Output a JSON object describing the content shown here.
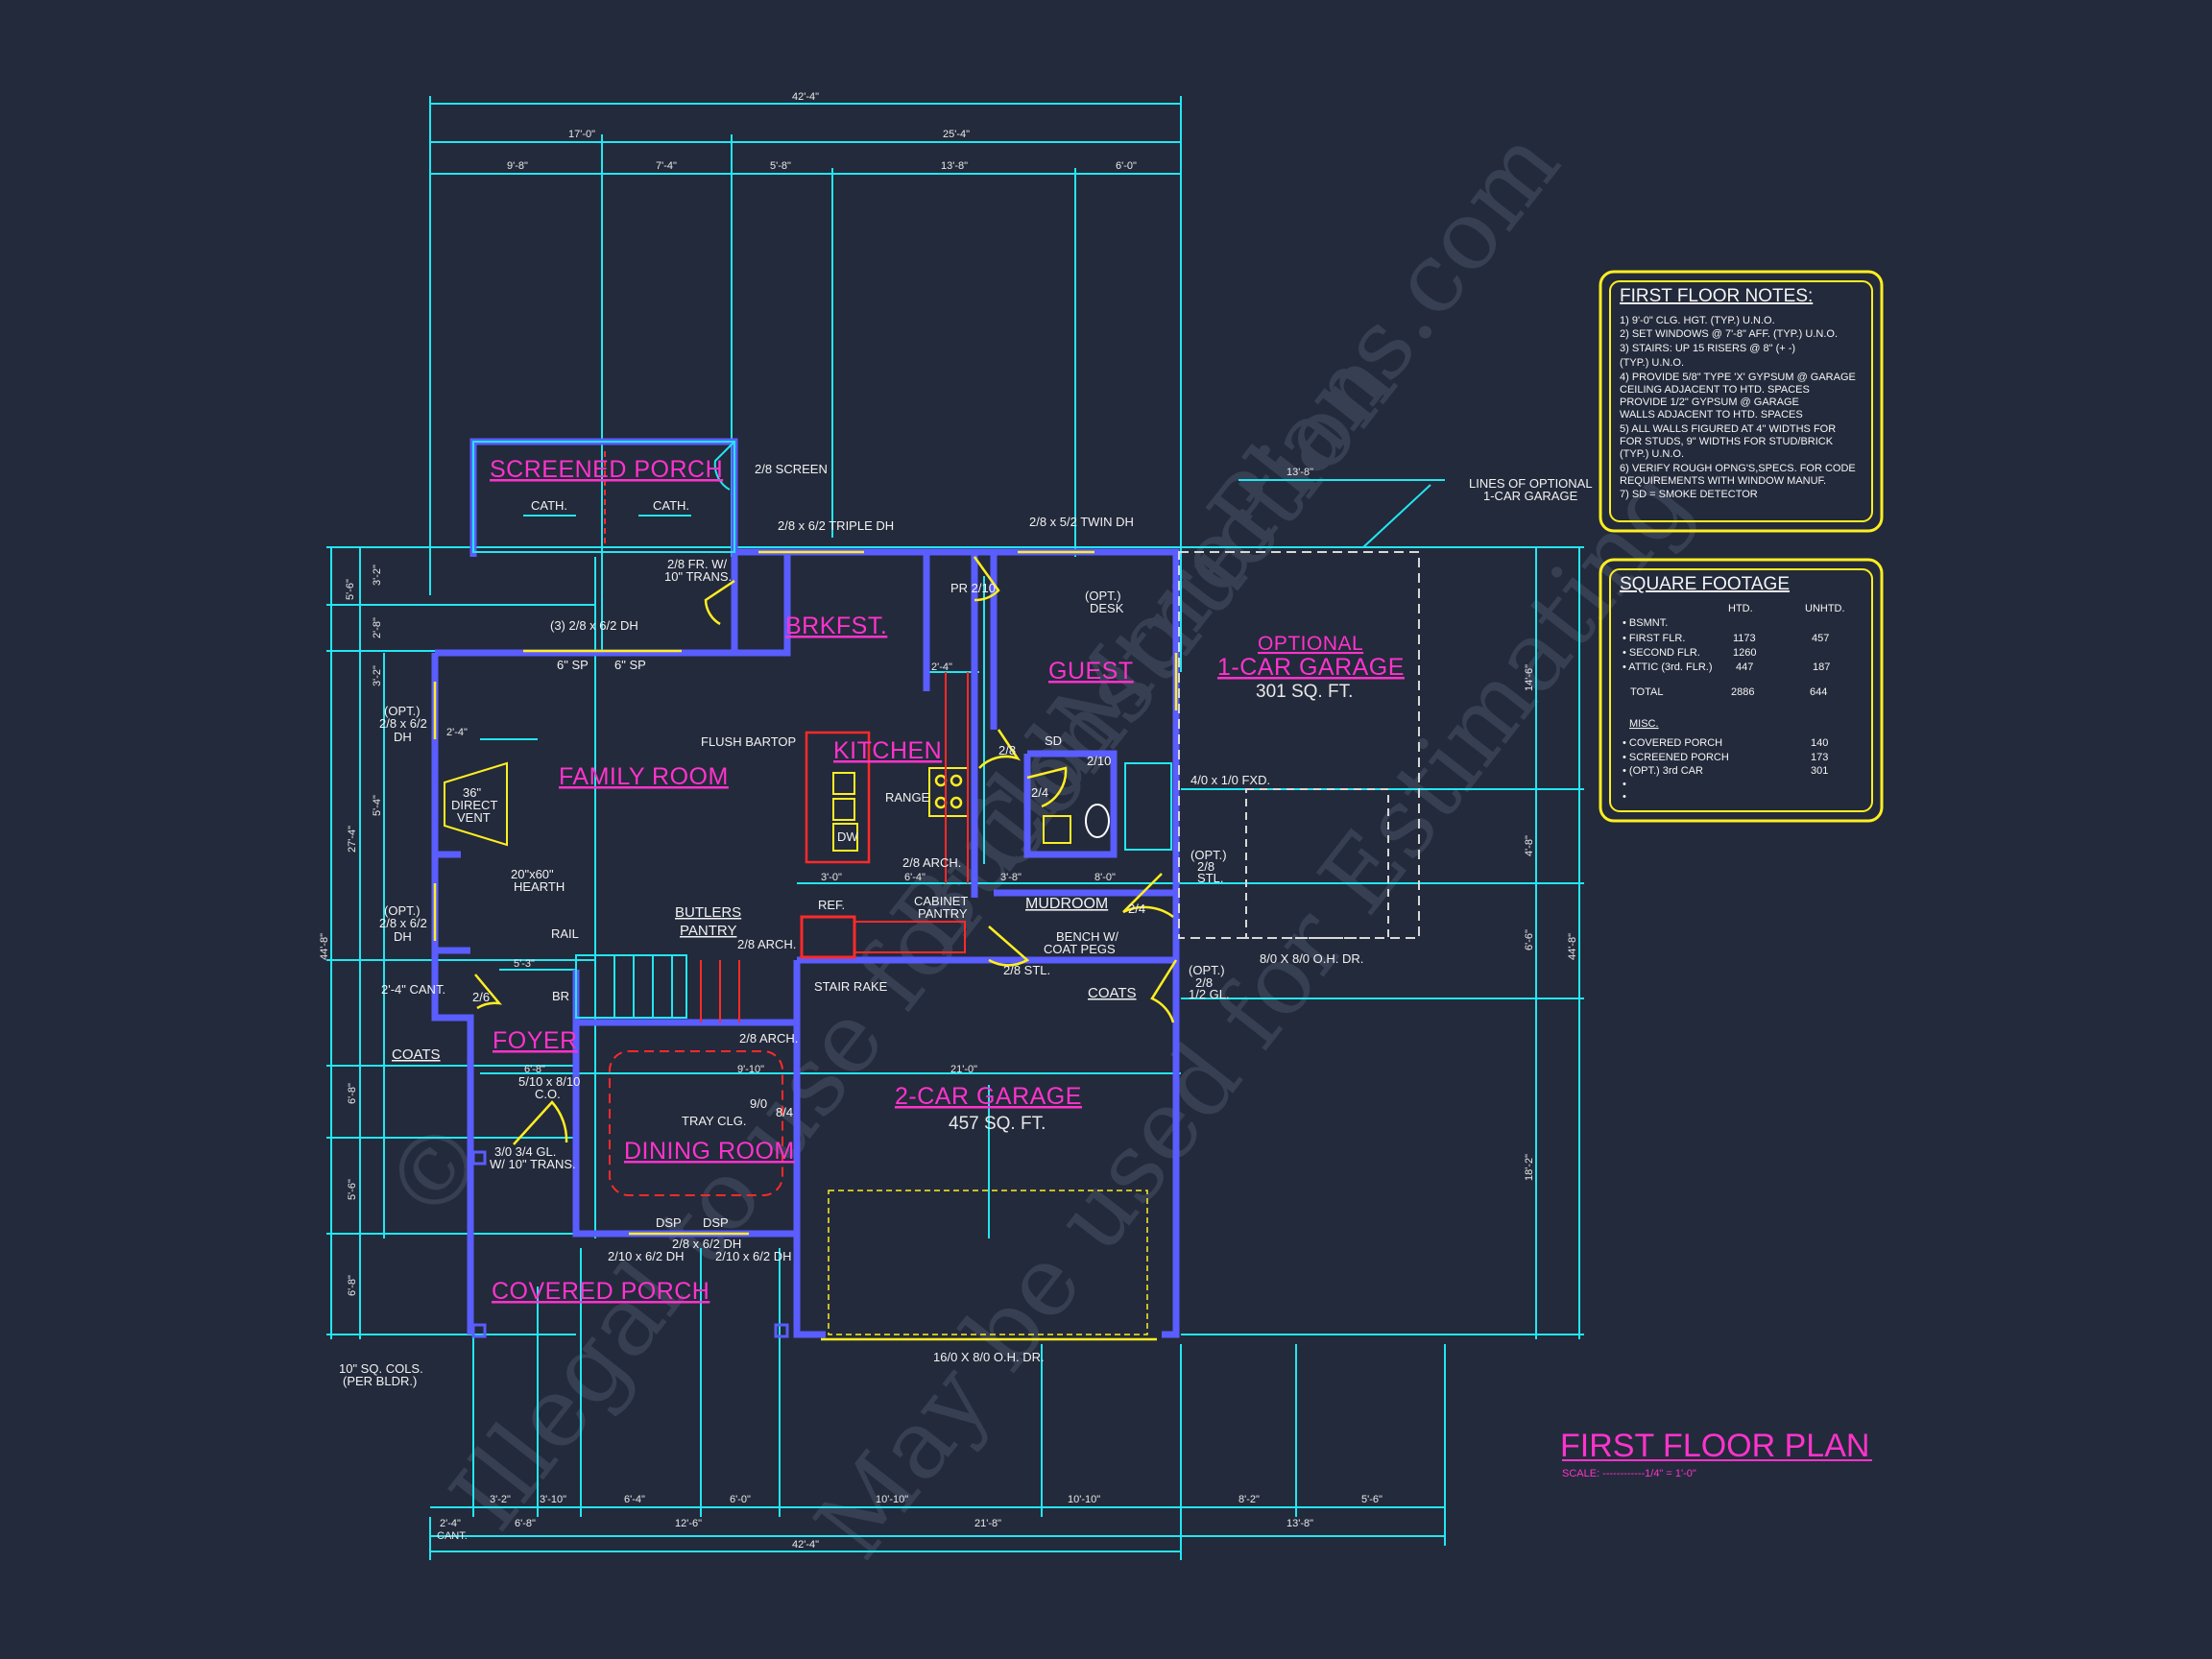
{
  "watermark": [
    "©",
    "Illegal to use for Construction",
    "May be used for Estimating",
    "BuildMorePlans.com"
  ],
  "title": "FIRST FLOOR PLAN",
  "scale": "SCALE: ------------1/4\" = 1'-0\"",
  "rooms": {
    "screened_porch": "SCREENED PORCH",
    "brkfst": "BRKFST.",
    "kitchen": "KITCHEN",
    "family_room": "FAMILY ROOM",
    "guest": "GUEST",
    "optional_garage": "OPTIONAL",
    "optional_garage_2": "1-CAR GARAGE",
    "optional_garage_sqft": "301 SQ. FT.",
    "foyer": "FOYER",
    "dining_room": "DINING ROOM",
    "two_car_garage": "2-CAR GARAGE",
    "two_car_garage_sqft": "457 SQ. FT.",
    "covered_porch": "COVERED PORCH",
    "mudroom": "MUDROOM",
    "butlers_pantry": "BUTLERS",
    "butlers_pantry_2": "PANTRY"
  },
  "labels": {
    "cath1": "CATH.",
    "cath2": "CATH.",
    "screen": "2/8 SCREEN",
    "triple_dh": "2/8 x 6/2 TRIPLE DH",
    "twin_dh": "2/8 x 5/2 TWIN DH",
    "fr_trans1": "2/8 FR. W/",
    "fr_trans2": "10\" TRANS.",
    "dh3": "(3) 2/8 x 6/2 DH",
    "sp1": "6\" SP",
    "sp2": "6\" SP",
    "pr": "PR 2/10",
    "opt_desk1": "(OPT.)",
    "opt_desk2": "DESK",
    "lines_opt1": "LINES OF OPTIONAL",
    "lines_opt2": "1-CAR GARAGE",
    "opt_dh_a1": "(OPT.)",
    "opt_dh_a2": "2/8 x 6/2",
    "opt_dh_a3": "DH",
    "opt_dh_b1": "(OPT.)",
    "opt_dh_b2": "2/8 x 6/2",
    "opt_dh_b3": "DH",
    "direct_vent1": "36\"",
    "direct_vent2": "DIRECT",
    "direct_vent3": "VENT",
    "hearth1": "20\"x60\"",
    "hearth2": "HEARTH",
    "flush_bartop": "FLUSH BARTOP",
    "range": "RANGE",
    "dw": "DW",
    "arch_k": "2/8 ARCH.",
    "fxd": "4/0 x 1/0 FXD.",
    "opt_stl1": "(OPT.)",
    "opt_stl2": "2/8",
    "opt_stl3": "STL.",
    "ref": "REF.",
    "cab_pantry1": "CABINET",
    "cab_pantry2": "PANTRY",
    "bench1": "BENCH W/",
    "bench2": "COAT PEGS",
    "stl": "2/8 STL.",
    "coats_r": "COATS",
    "opt_gl1": "(OPT.)",
    "opt_gl2": "2/8",
    "opt_gl3": "1/2 GL.",
    "rail": "RAIL",
    "arch_b": "2/8 ARCH.",
    "stair_rake": "STAIR RAKE",
    "arch_d": "2/8 ARCH.",
    "coats_l": "COATS",
    "cant": "2'-4\" CANT.",
    "co1": "5/10 x 8/10",
    "co2": "C.O.",
    "gl1": "3/0 3/4 GL.",
    "gl2": "W/ 10\" TRANS.",
    "tray": "TRAY CLG.",
    "dh_d": "2/8 x 6/2 DH",
    "dh_d2": "2/10 x 6/2 DH",
    "dh_d3": "2/10 x 6/2 DH",
    "dsp1": "DSP",
    "dsp2": "DSP",
    "ohdr": "16/0 X 8/0 O.H. DR.",
    "ohdr_opt": "8/0 X 8/0 O.H. DR.",
    "cols1": "10\" SQ. COLS.",
    "cols2": "(PER BLDR.)",
    "door_26": "2/6",
    "door_28": "2/8",
    "door_24": "2/4",
    "door_210": "2/10",
    "door_24b": "2/4",
    "door_90": "9/0",
    "door_84": "8/4",
    "sd": "SD",
    "br": "BR"
  },
  "dims_top": [
    "42'-4\"",
    "17'-0\"",
    "25'-4\"",
    "9'-8\"",
    "7'-4\"",
    "5'-8\"",
    "13'-8\"",
    "6'-0\""
  ],
  "dims_bottom": [
    "3'-2\"",
    "3'-10\"",
    "6'-4\"",
    "6'-0\"",
    "10'-10\"",
    "10'-10\"",
    "8'-2\"",
    "5'-6\"",
    "6'-8\"",
    "12'-6\"",
    "21'-8\"",
    "13'-8\"",
    "2'-4\"",
    "CANT.",
    "42'-4\""
  ],
  "dims_misc": [
    "13'-8\"",
    "6'-8\"",
    "9'-10\"",
    "21'-0\"",
    "3'-0\"",
    "6'-4\"",
    "3'-8\"",
    "8'-0\"",
    "2'-4\"",
    "2'-4\"",
    "5'-3\""
  ],
  "dims_left": [
    "5'-6\"",
    "3'-2\"",
    "2'-8\"",
    "3'-2\"",
    "44'-8\"",
    "27'-4\"",
    "5'-4\"",
    "6'-8\"",
    "5'-6\"",
    "6'-8\""
  ],
  "dims_right": [
    "14'-6\"",
    "44'-8\"",
    "4'-8\"",
    "6'-6\"",
    "18'-2\""
  ],
  "notes": {
    "title": "FIRST FLOOR NOTES:",
    "lines": [
      "1) 9'-0\" CLG. HGT. (TYP.) U.N.O.",
      "2) SET WINDOWS @ 7'-8\" AFF. (TYP.) U.N.O.",
      "3) STAIRS: UP 15 RISERS @ 8\" (+ -)",
      "    (TYP.) U.N.O.",
      "4) PROVIDE 5/8\" TYPE 'X' GYPSUM @ GARAGE",
      "    CEILING ADJACENT TO HTD. SPACES",
      "    PROVIDE 1/2\" GYPSUM @ GARAGE",
      "    WALLS ADJACENT TO HTD. SPACES",
      "5) ALL WALLS FIGURED AT 4\" WIDTHS FOR",
      "    FOR STUDS, 9\" WIDTHS FOR STUD/BRICK",
      "    (TYP.) U.N.O.",
      "6) VERIFY ROUGH OPNG'S,SPECS. FOR CODE",
      "    REQUIREMENTS WITH WINDOW MANUF.",
      "7) SD = SMOKE DETECTOR"
    ]
  },
  "sqft": {
    "title": "SQUARE FOOTAGE",
    "col1": "HTD.",
    "col2": "UNHTD.",
    "rows": [
      [
        "• BSMNT.",
        "",
        ""
      ],
      [
        "• FIRST FLR.",
        "1173",
        "457"
      ],
      [
        "• SECOND FLR.",
        "1260",
        ""
      ],
      [
        "• ATTIC (3rd. FLR.)",
        "447",
        "187"
      ],
      [
        "TOTAL",
        "2886",
        "644"
      ]
    ],
    "misc_title": "MISC.",
    "misc": [
      [
        "• COVERED PORCH",
        "140"
      ],
      [
        "• SCREENED PORCH",
        "173"
      ],
      [
        "• (OPT.) 3rd CAR",
        "301"
      ],
      [
        "•",
        ""
      ],
      [
        "•",
        ""
      ]
    ]
  }
}
